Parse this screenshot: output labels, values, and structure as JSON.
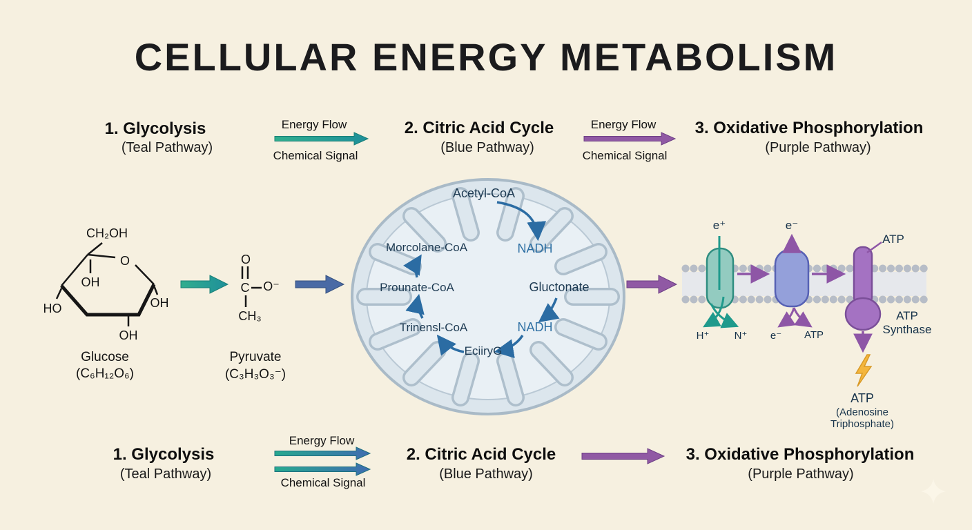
{
  "title": "CELLULAR ENERGY METABOLISM",
  "colors": {
    "background": "#f6f0e0",
    "teal": "#1fa193",
    "blue_arrow": "#4a6aa5",
    "cycle_blue": "#2b6ca3",
    "purple": "#9059a4",
    "nadh_blue": "#2d6fa3",
    "mitochondrion_fill": "#dce6ed",
    "mitochondrion_stroke": "#a9bac7",
    "lightning_yellow": "#f4b63d"
  },
  "legend_top": {
    "step1_title": "1. Glycolysis",
    "step1_subtitle": "(Teal Pathway)",
    "flow1_top": "Energy Flow",
    "flow1_bottom": "Chemical Signal",
    "step2_title": "2. Citric Acid Cycle",
    "step2_subtitle": "(Blue Pathway)",
    "flow2_top": "Energy Flow",
    "flow2_bottom": "Chemical Signal",
    "step3_title": "3. Oxidative Phosphorylation",
    "step3_subtitle": "(Purple Pathway)"
  },
  "glycolysis": {
    "glucose": {
      "name": "Glucose",
      "formula": "(C₆H₁₂O₆)",
      "groups": {
        "ch2oh": "CH₂OH",
        "ring_o": "O",
        "oh_inner": "OH",
        "ho_left": "HO",
        "oh_right": "OH",
        "oh_bottom": "OH"
      }
    },
    "pyruvate": {
      "name": "Pyruvate",
      "formula": "(C₃H₃O₃⁻)",
      "atoms": {
        "o_top": "O",
        "c": "C",
        "o_minus": "O⁻",
        "ch3": "CH₃"
      }
    }
  },
  "citric_cycle": {
    "acetyl": "Acetyl-CoA",
    "nadh_top": "NADH",
    "morcolane": "Morcolane-CoA",
    "prounate": "Prounate-CoA",
    "gluctonate": "Gluctonate",
    "trinensl": "Trinensl-CoA",
    "nadh_bottom": "NADH",
    "eciiryg": "EciiryG"
  },
  "oxidative": {
    "e_plus": "e⁺",
    "e_minus_top": "e⁻",
    "atp_top": "ATP",
    "h_plus": "H⁺",
    "n_plus": "N⁺",
    "e_minus_bottom": "e⁻",
    "atp_bottom": "ATP",
    "synthase": "ATP Synthase",
    "atp_label": "ATP",
    "atp_sub": "(Adenosine Triphosphate)"
  },
  "legend_bottom": {
    "step1_title": "1. Glycolysis",
    "step1_subtitle": "(Teal Pathway)",
    "flow_top": "Energy Flow",
    "flow_bottom": "Chemical Signal",
    "step2_title": "2. Citric Acid Cycle",
    "step2_subtitle": "(Blue Pathway)",
    "step3_title": "3. Oxidative Phosphorylation",
    "step3_subtitle": "(Purple Pathway)"
  }
}
